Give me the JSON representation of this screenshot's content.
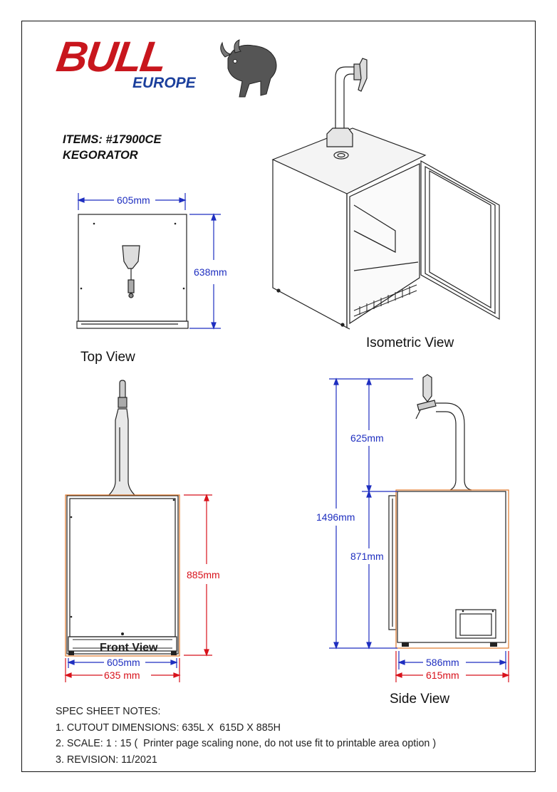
{
  "logo": {
    "brand": "BULL",
    "region": "EUROPE"
  },
  "items": {
    "line1": "ITEMS: #17900CE",
    "line2": "KEGORATOR"
  },
  "views": {
    "top": "Top View",
    "isometric": "Isometric View",
    "side": "Side View",
    "front_overlay": "Front View"
  },
  "dimensions": {
    "top_width": "605mm",
    "top_depth": "638mm",
    "front_height": "885mm",
    "front_width": "605mm",
    "front_cutout": "635 mm",
    "side_tower": "625mm",
    "side_overall": "1496mm",
    "side_body": "871mm",
    "side_depth": "586mm",
    "side_cutout": "615mm"
  },
  "notes": {
    "heading": "SPEC SHEET NOTES:",
    "line1": "1. CUTOUT DIMENSIONS: 635L X  615D X 885H",
    "line2": "2. SCALE: 1 : 15 (  Printer page scaling none, do not use fit to printable area option )",
    "line3": "3. REVISION: 11/2021"
  },
  "colors": {
    "dimension_blue": "#1f2fc0",
    "dimension_red": "#d8121b",
    "cutout_outline": "#e0772a",
    "logo_red": "#c8161d",
    "logo_blue": "#1b3f9c"
  }
}
